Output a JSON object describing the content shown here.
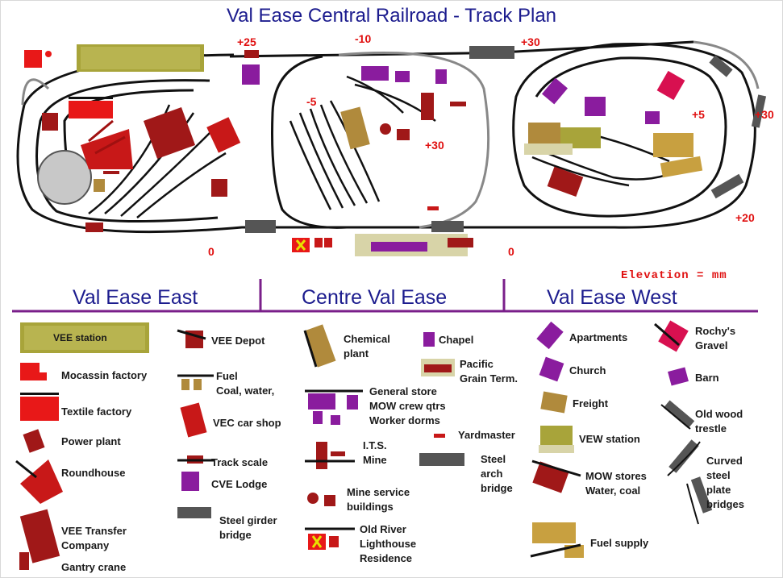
{
  "title": "Val Ease Central Railroad - Track Plan",
  "elevations": [
    "+25",
    "-10",
    "+30",
    "-5",
    "+30",
    "+5",
    "+30",
    "+20",
    "0",
    "0"
  ],
  "elevation_label": "Elevation = mm",
  "regions": [
    "Val Ease East",
    "Centre Val Ease",
    "Val Ease West"
  ],
  "legend": {
    "vee_station": "VEE station",
    "mocassin_factory": "Mocassin factory",
    "textile_factory": "Textile factory",
    "power_plant": "Power plant",
    "roundhouse": "Roundhouse",
    "vee_transfer": "VEE Transfer\nCompany",
    "gantry_crane": "Gantry crane",
    "vee_depot": "VEE Depot",
    "fuel": "Fuel\nCoal, water,",
    "vec_car_shop": "VEC car shop",
    "track_scale": "Track scale",
    "cve_lodge": "CVE Lodge",
    "steel_girder_bridge": "Steel girder\nbridge",
    "chemical_plant": "Chemical\nplant",
    "chapel": "Chapel",
    "pacific_grain": "Pacific\nGrain Term.",
    "general_store": "General store\nMOW crew qtrs\nWorker dorms",
    "yardmaster": "Yardmaster",
    "its_mine": "I.T.S.\nMine",
    "steel_arch_bridge": "Steel\narch\nbridge",
    "mine_service": "Mine service\nbuildings",
    "old_river": "Old River\nLighthouse\nResidence",
    "apartments": "Apartments",
    "church": "Church",
    "freight": "Freight",
    "vew_station": "VEW station",
    "mow_stores": "MOW stores\nWater, coal",
    "fuel_supply": "Fuel supply",
    "rochys_gravel": "Rochy's\nGravel",
    "barn": "Barn",
    "old_wood_trestle": "Old wood\ntrestle",
    "curved_bridges": "Curved\nsteel\nplate\nbridges"
  },
  "colors": {
    "title": "#1c1c8e",
    "elevation": "#e01010",
    "track": "#111111",
    "divider": "#7a1f8a",
    "station": "#a8a43a",
    "building_red": "#8b1010",
    "factory_red": "#e81818",
    "lodge_purple": "#8a1c9e",
    "tan": "#b08a3c",
    "bridge_gray": "#555555"
  }
}
